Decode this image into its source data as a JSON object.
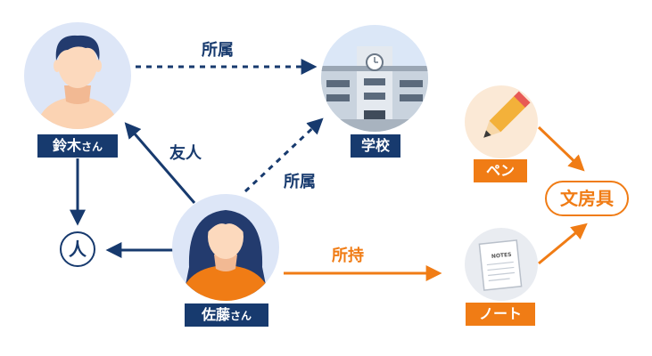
{
  "nodes": {
    "suzuki": {
      "label": "鈴木",
      "suffix": "さん"
    },
    "sato": {
      "label": "佐藤",
      "suffix": "さん"
    },
    "school": {
      "label": "学校"
    },
    "pen": {
      "label": "ペン"
    },
    "note": {
      "label": "ノート",
      "image_text": "NOTES"
    },
    "person": {
      "label": "人"
    },
    "stationery": {
      "label": "文房具"
    }
  },
  "edges": {
    "suzuki_school": {
      "label": "所属"
    },
    "sato_school": {
      "label": "所属"
    },
    "sato_suzuki": {
      "label": "友人"
    },
    "sato_note": {
      "label": "所持"
    }
  },
  "colors": {
    "navy": "#173a6e",
    "orange": "#f07c15",
    "circle_bg": "#dde6f7",
    "accent_circle": "#fbe9d6"
  }
}
